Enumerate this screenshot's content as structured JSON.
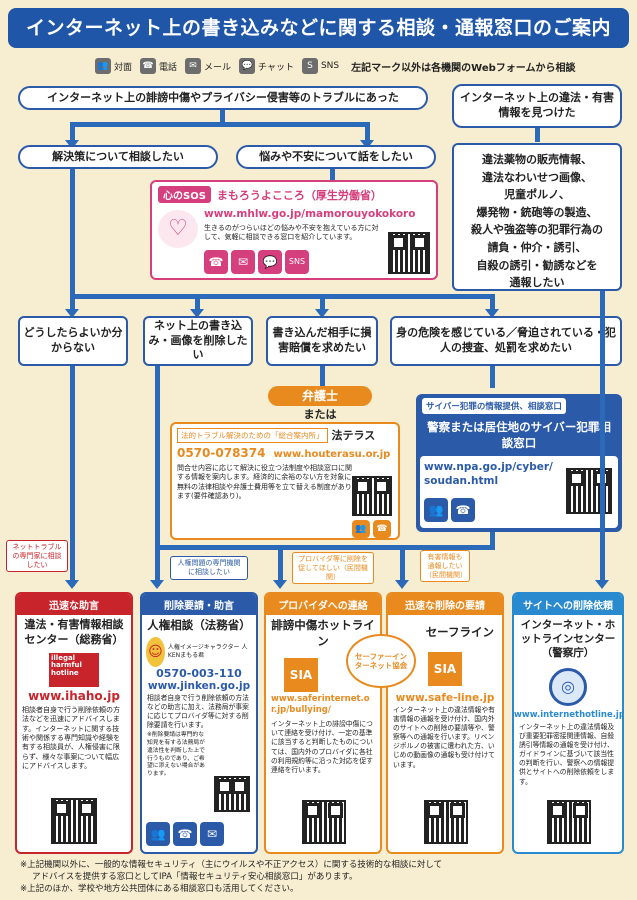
{
  "title": "インターネット上の書き込みなどに関する相談・通報窓口のご案内",
  "legend": {
    "items": [
      {
        "icon": "face-to-face-icon",
        "label": "対面"
      },
      {
        "icon": "phone-icon",
        "label": "電話"
      },
      {
        "icon": "mail-icon",
        "label": "メール"
      },
      {
        "icon": "chat-icon",
        "label": "チャット"
      },
      {
        "icon": "sns-icon",
        "label": "SNS"
      }
    ],
    "note": "左記マーク以外は各機関のWebフォームから相談"
  },
  "flow": {
    "top_left": "インターネット上の誹謗中傷やプライバシー侵害等のトラブルにあった",
    "top_right": "インターネット上の違法・有害情報を見つけた",
    "consult": "解決策について相談したい",
    "worry": "悩みや不安について話をしたい",
    "illegal_list": [
      "違法薬物の販売情報、",
      "違法なわいせつ画像、",
      "児童ポルノ、",
      "爆発物・銃砲等の製造、",
      "殺人や強盗等の犯罪行為の",
      "請負・仲介・誘引、",
      "自殺の誘引・勧誘などを",
      "通報したい"
    ],
    "q1": "どうしたらよいか分からない",
    "q2": "ネット上の書き込み・画像を削除したい",
    "q3": "書き込んだ相手に損害賠償を求めたい",
    "q4": "身の危険を感じている／脅迫されている・犯人の捜査、処罰を求めたい"
  },
  "sos": {
    "tag": "心のSOS",
    "name": "まもろうよこころ（厚生労働省）",
    "url": "www.mhlw.go.jp/mamorouyokokoro",
    "desc": "生きるのがつらいほどの悩みや不安を抱えている方に対して、気軽に相談できる窓口を紹介しています。"
  },
  "lawyer": {
    "label": "弁護士",
    "or": "または",
    "houterasu_tag": "法的トラブル解決のための「総合案内所」",
    "houterasu_name": "法テラス",
    "phone": "0570-078374",
    "url": "www.houterasu.or.jp",
    "desc": "問合せ内容に応じて解決に役立つ法制度や相談窓口に関する情報を案内します。経済的に余裕のない方を対象に無料の法律相談や弁護士費用等を立て替える制度があります(要件確認あり)。"
  },
  "police": {
    "tag": "サイバー犯罪の情報提供、相談窓口",
    "name": "警察または居住地のサイバー犯罪相談窓口",
    "url": "www.npa.go.jp/cyber/soudan.html"
  },
  "mini_notes": {
    "n1": "ネットトラブルの専門家に相談したい",
    "n2": "人権問題の専門機関に相談したい",
    "n3": "プロバイダ等に削除を促してほしい（民間機関）",
    "n4": "有害情報も通報したい（民間機関）"
  },
  "cards": [
    {
      "head": "迅速な助言",
      "name": "違法・有害情報相談センター（総務省）",
      "logo": "illegal harmful hotline",
      "url": "www.ihaho.jp",
      "desc": "相談者自身で行う削除依頼の方法などを迅速にアドバイスします。インターネットに関する技術や関係する専門知識や経験を有する相談員が、人権侵害に限らず、様々な事案について幅広にアドバイスします。",
      "color": "#c8242b"
    },
    {
      "head": "削除要請・助言",
      "name": "人権相談（法務省）",
      "mascot": "人権イメージキャラクター 人KENまもる君",
      "phone": "0570-003-110",
      "url": "www.jinken.go.jp",
      "desc": "相談者自身で行う削除依頼の方法などの助言に加え、法務局が事案に応じてプロバイダ等に対する削除要請を行います。",
      "note": "※削除要請は専門的な知見を有する法務局が違法性を判断した上で行うものであり、ご希望に添えない場合があります。",
      "color": "#2a5aa8"
    },
    {
      "head": "プロバイダへの連絡",
      "name": "誹謗中傷ホットライン",
      "logo": "SIA",
      "url": "www.saferinternet.or.jp/bullying/",
      "desc": "インターネット上の誹謗中傷について連絡を受け付け、一定の基準に該当すると判断したものについては、国内外のプロバイダに各社の利用規約等に沿った対応を促す連絡を行います。",
      "color": "#e98a1f"
    },
    {
      "head": "迅速な削除の要請",
      "name": "セーフライン",
      "logo": "SIA",
      "url": "www.safe-line.jp",
      "desc": "インターネット上の違法情報や有害情報の通報を受け付け、国内外のサイトへの削除の要請等や、警察等への通報を行います。リベンジポルノの被害に遭われた方、いじめの動画像の通報も受け付けています。",
      "color": "#e98a1f"
    },
    {
      "head": "サイトへの削除依頼",
      "name": "インターネット・ホットラインセンター（警察庁）",
      "url": "www.internethotline.jp",
      "desc": "インターネット上の違法情報及び重要犯罪密接関連情報、自殺誘引等情報の通報を受け付け、ガイドラインに基づいて該当性の判断を行い、警察への情報提供とサイトへの削除依頼をします。",
      "color": "#2a8ad0"
    }
  ],
  "safer_internet": "セーファーインターネット協会",
  "footnotes": [
    "※上記機関以外に、一般的な情報セキュリティ（主にウイルスや不正アクセス）に関する技術的な相談に対して",
    "アドバイスを提供する窓口としてIPA「情報セキュリティ安心相談窓口」があります。",
    "※上記のほか、学校や地方公共団体にある相談窓口も活用してください。"
  ]
}
